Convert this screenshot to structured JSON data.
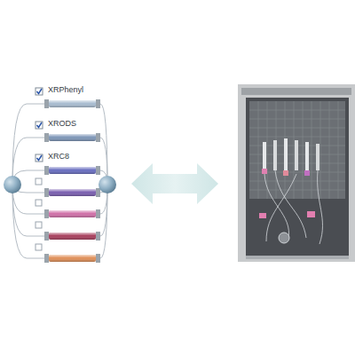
{
  "diagram": {
    "nodes": [
      {
        "text": [
          "XRPhenyl"
        ]
      },
      {
        "text": [
          "XRODS"
        ]
      },
      {
        "text": [
          "XRC8"
        ]
      }
    ]
  }
}
